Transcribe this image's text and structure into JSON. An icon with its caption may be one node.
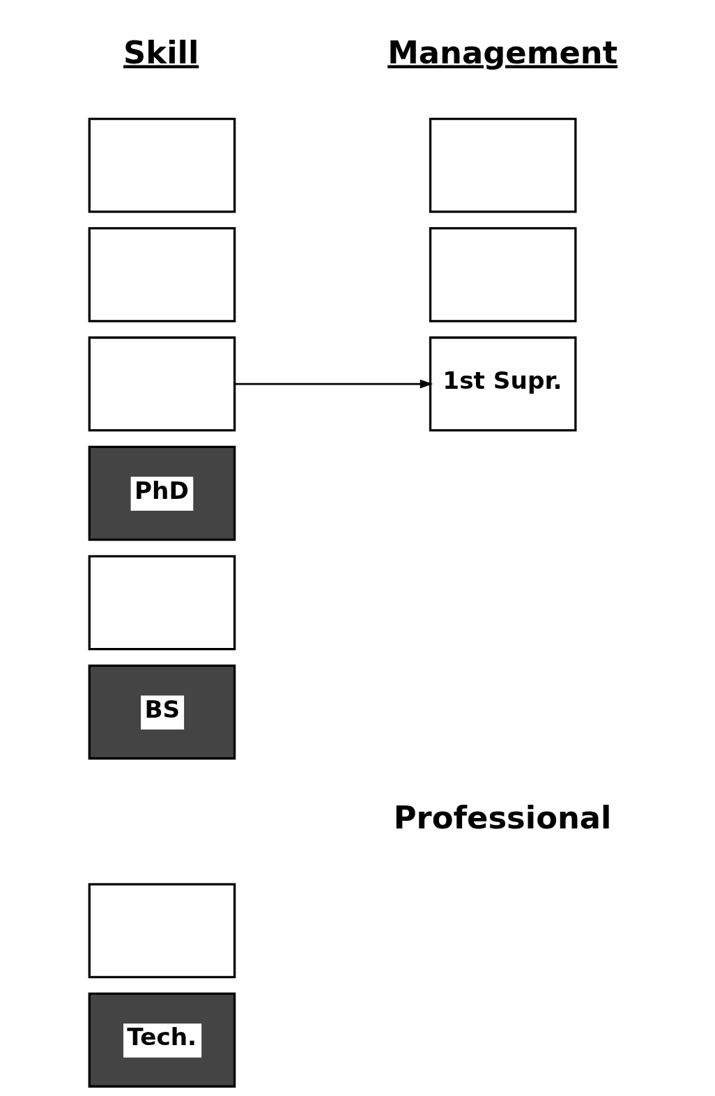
{
  "diagram": {
    "nodes": [
      {
        "text": [],
        "shape": "box"
      },
      {
        "text": [],
        "shape": "box"
      },
      {
        "text": [],
        "shape": "box"
      },
      {
        "text": [],
        "shape": "box"
      },
      {
        "text": [],
        "shape": "box"
      },
      {
        "text": [
          "1st Supr."
        ]
      },
      {
        "text": [
          "PhD"
        ]
      },
      {
        "text": [],
        "shape": "box"
      },
      {
        "text": [
          "BS"
        ]
      },
      {
        "text": [],
        "shape": "box"
      },
      {
        "text": [
          "Tech."
        ]
      }
    ],
    "edges": [
      {
        "from": 4,
        "to": 5,
        "arrow": "to"
      }
    ],
    "labels": [
      "Skill",
      "Management",
      "Professional"
    ]
  }
}
